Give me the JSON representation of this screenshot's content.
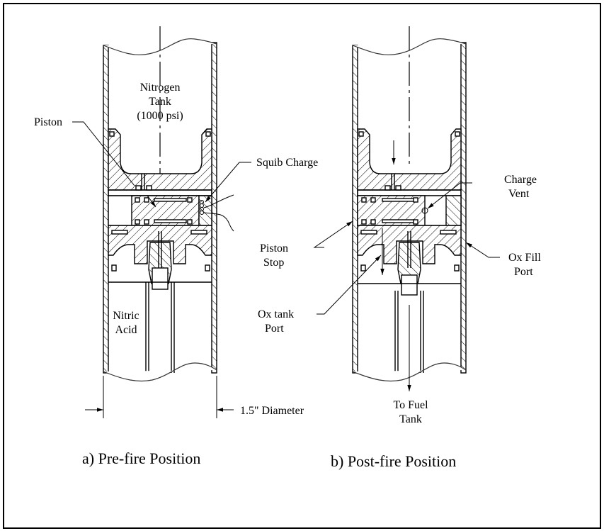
{
  "figure": {
    "panel_a": {
      "caption": "a) Pre-fire Position",
      "labels": {
        "tank_line1": "Nitrogen",
        "tank_line2": "Tank",
        "tank_line3": "(1000 psi)",
        "piston": "Piston",
        "squib": "Squib Charge",
        "acid_line1": "Nitric",
        "acid_line2": "Acid",
        "dimension": "1.5\" Diameter"
      }
    },
    "panel_b": {
      "caption": "b) Post-fire Position",
      "labels": {
        "vent_line1": "Charge",
        "vent_line2": "Vent",
        "stop_line1": "Piston",
        "stop_line2": "Stop",
        "fill_line1": "Ox Fill",
        "fill_line2": "Port",
        "oxport_line1": "Ox tank",
        "oxport_line2": "Port",
        "fuel_line1": "To Fuel",
        "fuel_line2": "Tank"
      }
    }
  }
}
